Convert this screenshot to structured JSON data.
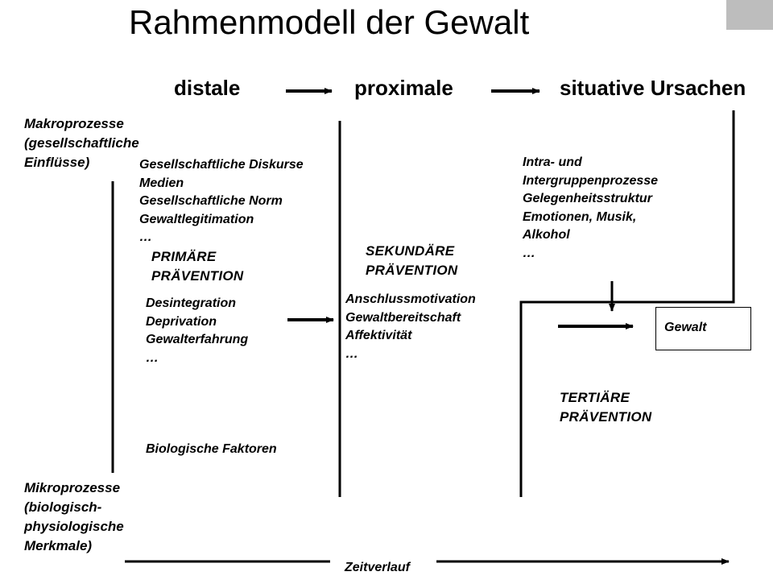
{
  "title": "Rahmenmodell der Gewalt",
  "phases": {
    "distal": "distale",
    "proximal": "proximale",
    "situative": "situative Ursachen"
  },
  "macro": [
    "Makroprozesse",
    "(gesellschaftliche",
    "Einflüsse)"
  ],
  "micro": [
    "Mikroprozesse",
    "(biologisch-",
    "physiologische",
    "Merkmale)"
  ],
  "societal_factors": [
    "Gesellschaftliche Diskurse",
    "Medien",
    "Gesellschaftliche Norm",
    "Gewaltlegitimation",
    "…"
  ],
  "primary_prevention": [
    "PRIMÄRE",
    "PRÄVENTION"
  ],
  "individual_factors": [
    "Desintegration",
    "Deprivation",
    "Gewalterfahrung",
    "…"
  ],
  "biological_factors": "Biologische Faktoren",
  "secondary_prevention": [
    "SEKUNDÄRE",
    "PRÄVENTION"
  ],
  "proximal_factors": [
    "Anschlussmotivation",
    "Gewaltbereitschaft",
    "Affektivität",
    "…"
  ],
  "situative_factors": [
    "Intra- und",
    "Intergruppenprozesse",
    "Gelegenheitsstruktur",
    "Emotionen, Musik,",
    "Alkohol",
    "…"
  ],
  "outcome": "Gewalt",
  "tertiary_prevention": [
    "TERTIÄRE",
    "PRÄVENTION"
  ],
  "timeline": "Zeitverlauf"
}
